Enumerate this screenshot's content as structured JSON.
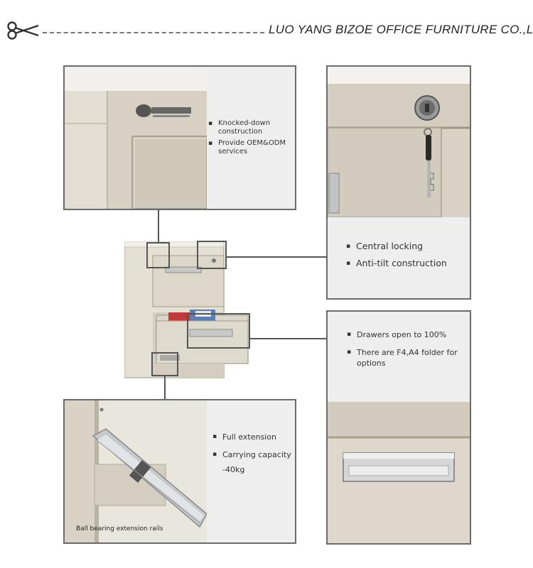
{
  "header": {
    "company": "LUO YANG BIZOE OFFICE FURNITURE CO.,LTD."
  },
  "panels": {
    "top_left": {
      "bullets": [
        "Knocked-down construction",
        "Provide OEM&ODM services"
      ]
    },
    "top_right": {
      "bullets": [
        "Central locking",
        "Anti-tilt construction"
      ]
    },
    "bottom_right": {
      "bullets": [
        "Drawers open to 100%",
        "There are F4,A4 folder for options"
      ]
    },
    "bottom_left": {
      "bullets": [
        "Full extension",
        "Carrying capacity -40kg"
      ],
      "caption": "Ball bearing extension rails"
    }
  },
  "colors": {
    "cabinet_beige": "#d9d4c6",
    "panel_border": "#6b6b6b",
    "folder_red": "#c23a3a",
    "folder_blue": "#5a7fb0"
  }
}
